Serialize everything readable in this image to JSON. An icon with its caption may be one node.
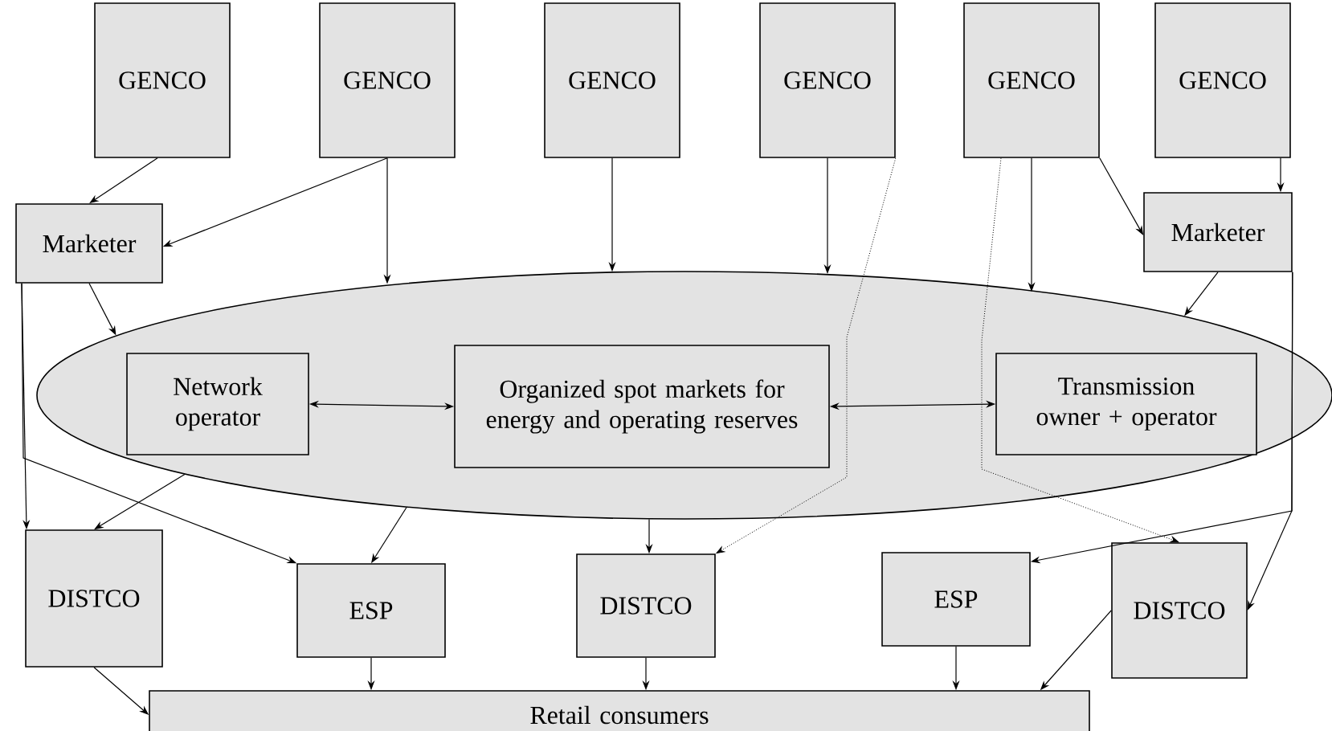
{
  "diagram": {
    "nodes": [
      {
        "text": [
          "GENCO"
        ]
      },
      {
        "text": [
          "GENCO"
        ]
      },
      {
        "text": [
          "GENCO"
        ]
      },
      {
        "text": [
          "GENCO"
        ]
      },
      {
        "text": [
          "GENCO"
        ]
      },
      {
        "text": [
          "GENCO"
        ]
      },
      {
        "text": [
          "Marketer"
        ]
      },
      {
        "text": [
          "Marketer"
        ]
      },
      {
        "text": [],
        "shape": "ellipse"
      },
      {
        "text": [
          "Network operator"
        ],
        "in": 8
      },
      {
        "text": [
          "Organized spot markets for energy and operating reserves"
        ],
        "in": 8
      },
      {
        "text": [
          "Transmission owner + operator"
        ],
        "in": 8
      },
      {
        "text": [
          "DISTCO"
        ]
      },
      {
        "text": [
          "ESP"
        ]
      },
      {
        "text": [
          "DISTCO"
        ]
      },
      {
        "text": [
          "ESP"
        ]
      },
      {
        "text": [
          "DISTCO"
        ]
      },
      {
        "text": [
          "Retail consumers"
        ]
      }
    ],
    "edges": [
      {
        "from": 0,
        "to": 6,
        "arrow": "to"
      },
      {
        "from": 1,
        "to": 6,
        "arrow": "to"
      },
      {
        "from": 1,
        "to": 8,
        "arrow": "to"
      },
      {
        "from": 2,
        "to": 8,
        "arrow": "to"
      },
      {
        "from": 3,
        "to": 8,
        "arrow": "to"
      },
      {
        "from": 3,
        "to": 14,
        "arrow": "to",
        "style": "dashed"
      },
      {
        "from": 4,
        "to": 8,
        "arrow": "to"
      },
      {
        "from": 4,
        "to": 7,
        "arrow": "to"
      },
      {
        "from": 4,
        "to": 16,
        "arrow": "to",
        "style": "dashed"
      },
      {
        "from": 5,
        "to": 7,
        "arrow": "to"
      },
      {
        "from": 7,
        "to": 8,
        "arrow": "to"
      },
      {
        "from": 6,
        "to": 8,
        "arrow": "to"
      },
      {
        "from": 6,
        "to": 12,
        "arrow": "to"
      },
      {
        "from": 6,
        "to": 13,
        "arrow": "to"
      },
      {
        "from": 8,
        "to": 12,
        "arrow": "to"
      },
      {
        "from": 8,
        "to": 13,
        "arrow": "to"
      },
      {
        "from": 8,
        "to": 14,
        "arrow": "to"
      },
      {
        "from": 7,
        "to": 15,
        "arrow": "to"
      },
      {
        "from": 7,
        "to": 16,
        "arrow": "to"
      },
      {
        "from": 9,
        "to": 10,
        "arrow": "both"
      },
      {
        "from": 10,
        "to": 11,
        "arrow": "both"
      },
      {
        "from": 12,
        "to": 17,
        "arrow": "to"
      },
      {
        "from": 13,
        "to": 17,
        "arrow": "to"
      },
      {
        "from": 14,
        "to": 17,
        "arrow": "to"
      },
      {
        "from": 15,
        "to": 17,
        "arrow": "to"
      },
      {
        "from": 16,
        "to": 17,
        "arrow": "to"
      }
    ]
  }
}
